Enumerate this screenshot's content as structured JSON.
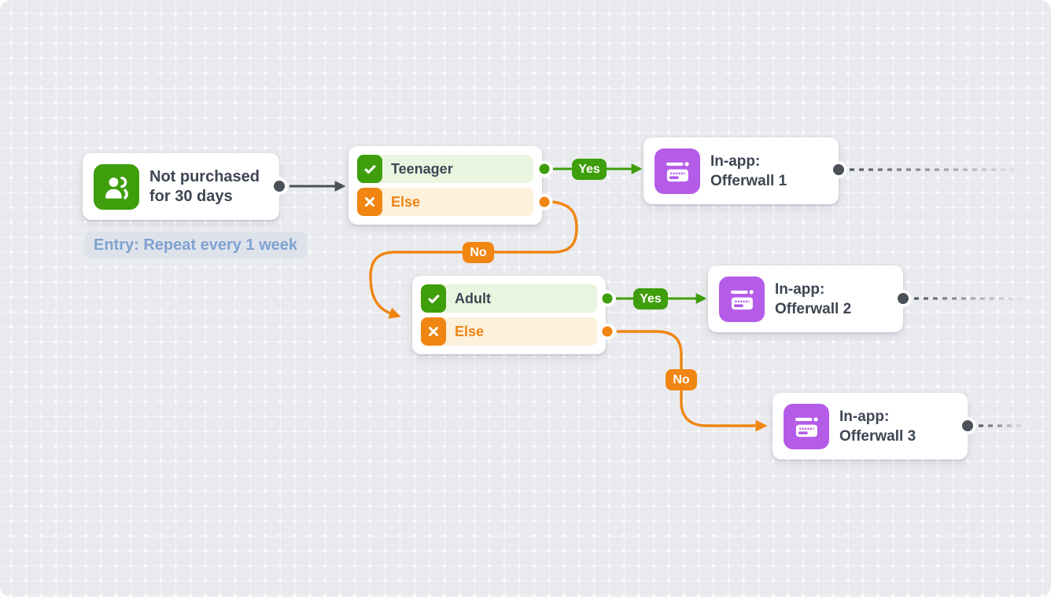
{
  "palette": {
    "green": "#3f9e0c",
    "green_light": "#eaf5e0",
    "orange": "#f08511",
    "orange_light": "#fdf1dc",
    "purple": "#b45ce8",
    "connector_dark": "#4b5158",
    "text_dark": "#3e4653",
    "entry_label_text": "#7fa3d0",
    "entry_label_bg": "#dee3eb",
    "canvas_bg": "#e9eaee",
    "card_bg": "#ffffff"
  },
  "entry_node": {
    "icon": "users-icon",
    "title_line1": "Not purchased",
    "title_line2": "for 30 days"
  },
  "entry_schedule": {
    "label": "Entry: Repeat every 1 week"
  },
  "conditions": [
    {
      "rows": [
        {
          "icon": "check-icon",
          "label": "Teenager"
        },
        {
          "icon": "cross-icon",
          "label": "Else"
        }
      ]
    },
    {
      "rows": [
        {
          "icon": "check-icon",
          "label": "Adult"
        },
        {
          "icon": "cross-icon",
          "label": "Else"
        }
      ]
    }
  ],
  "actions": [
    {
      "icon": "offerwall-icon",
      "title_line1": "In-app:",
      "title_line2": "Offerwall 1"
    },
    {
      "icon": "offerwall-icon",
      "title_line1": "In-app:",
      "title_line2": "Offerwall 2"
    },
    {
      "icon": "offerwall-icon",
      "title_line1": "In-app:",
      "title_line2": "Offerwall 3"
    }
  ],
  "edge_labels": {
    "yes": "Yes",
    "no": "No"
  }
}
